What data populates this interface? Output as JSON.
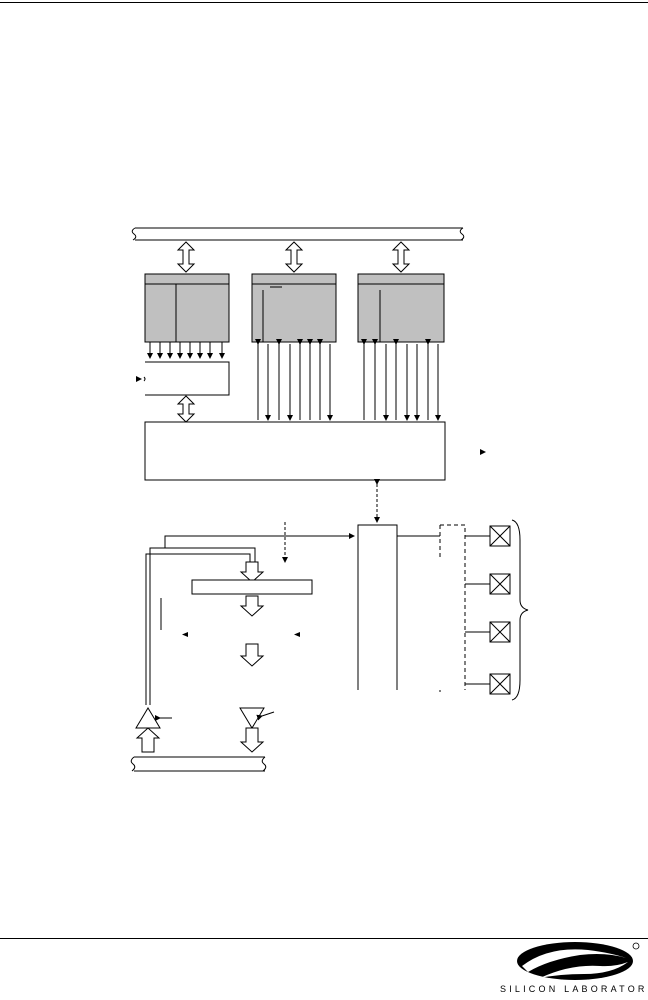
{
  "page": {
    "header_rule": true,
    "footer_rule": true
  },
  "diagram": {
    "colors": {
      "line": "#000000",
      "block_fill": "#c0c0c0",
      "background": "#ffffff"
    },
    "latch_blocks": 3,
    "port_pins": 4,
    "bus_arrow_count_first_block": 8
  },
  "logo": {
    "company": "SILICON LABORATORIES",
    "registered_mark": "®",
    "icon": "silicon-labs-s-logo-icon"
  }
}
